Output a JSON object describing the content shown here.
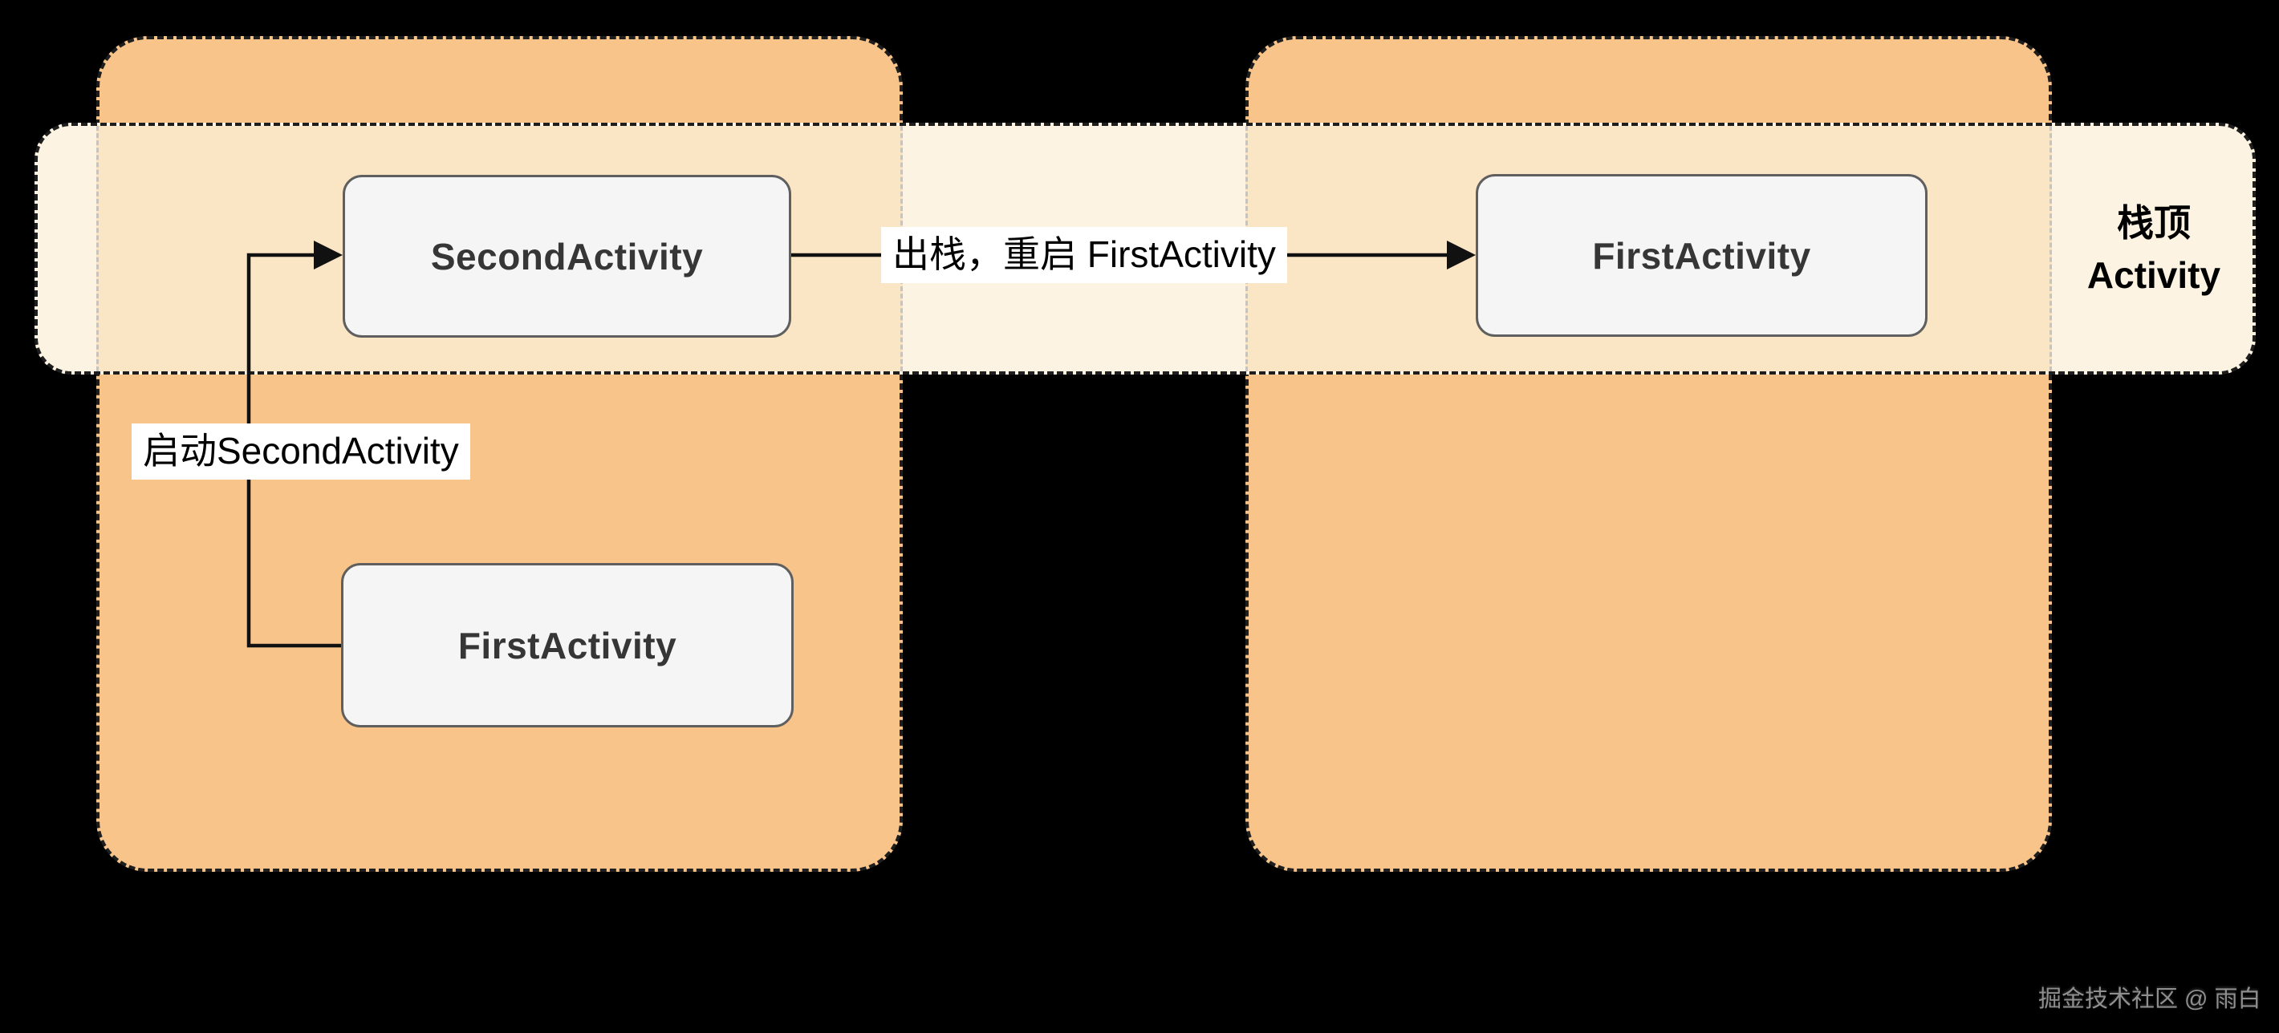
{
  "diagram": {
    "title_hidden": "",
    "left_stack": {
      "boxes": [
        {
          "label": "SecondActivity"
        },
        {
          "label": "FirstActivity"
        }
      ]
    },
    "right_stack": {
      "boxes": [
        {
          "label": "FirstActivity"
        }
      ]
    },
    "band": {
      "label_line1": "栈顶",
      "label_line2": "Activity"
    },
    "edges": [
      {
        "label": "启动SecondActivity"
      },
      {
        "label": "出栈，重启 FirstActivity"
      }
    ],
    "watermark": "掘金技术社区 @ 雨白"
  },
  "colors": {
    "background": "#000000",
    "stack_fill": "#F8C48A",
    "band_fill": "#FDF3E2",
    "band_over_stack_fill": "#FAE5C5",
    "stack_border": "#1E1E1E",
    "faded_stack_border": "#C8C4BB",
    "box_fill": "#F5F5F5",
    "box_border": "#5F5F5F",
    "box_text": "#363636",
    "edge_line": "#111111",
    "label_text": "#000000",
    "label_bg": "#FFFFFF",
    "watermark_text": "#8F8F8F"
  }
}
